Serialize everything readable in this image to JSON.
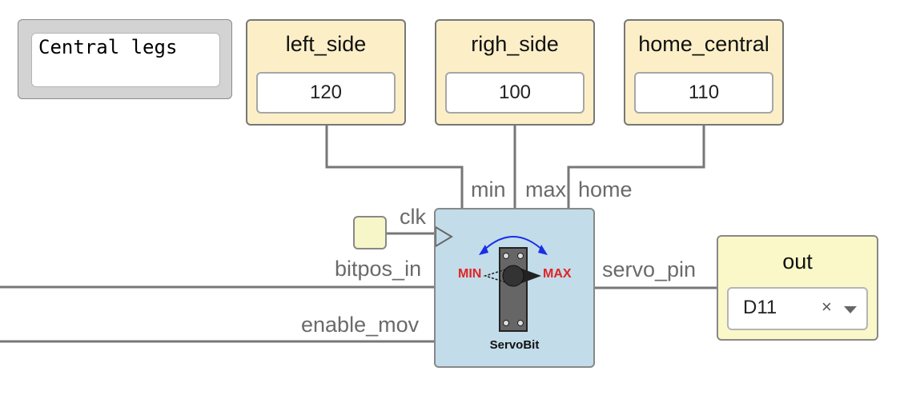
{
  "comment": {
    "text": "Central legs"
  },
  "constants": [
    {
      "title": "left_side",
      "value": "120"
    },
    {
      "title": "righ_side",
      "value": "100"
    },
    {
      "title": "home_central",
      "value": "110"
    }
  ],
  "servo": {
    "name": "ServoBit",
    "icon_min": "MIN",
    "icon_max": "MAX",
    "ports": {
      "min": "min",
      "max": "max",
      "home": "home",
      "clk": "clk",
      "bitpos_in": "bitpos_in",
      "enable_mov": "enable_mov",
      "servo_pin": "servo_pin"
    }
  },
  "output": {
    "title": "out",
    "pin": "D11",
    "clear": "×"
  },
  "colors": {
    "constant_block": "#fcefc8",
    "servo_block": "#c2dcea",
    "output_block": "#faf8c8",
    "wire": "#777777",
    "label_red": "#e02424"
  }
}
